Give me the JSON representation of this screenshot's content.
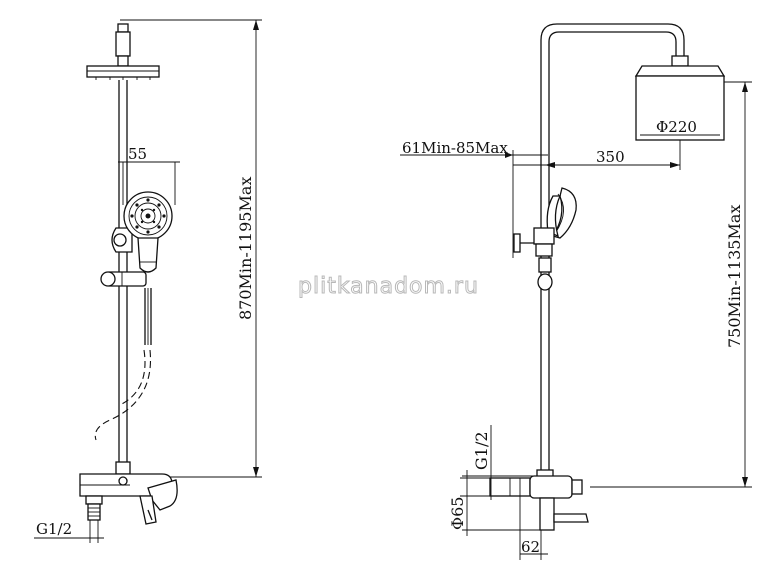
{
  "watermark": "plitkanadom.ru",
  "left_view": {
    "dim_handshower_width": "55",
    "dim_height": "870Min-1195Max",
    "dim_inlet": "G1/2"
  },
  "right_view": {
    "dim_wall_offset": "61Min-85Max",
    "dim_arm_reach": "350",
    "dim_head_diameter": "Φ220",
    "dim_height": "750Min-1135Max",
    "dim_inlet": "G1/2",
    "dim_body_diameter": "Φ65",
    "dim_spout": "62"
  }
}
